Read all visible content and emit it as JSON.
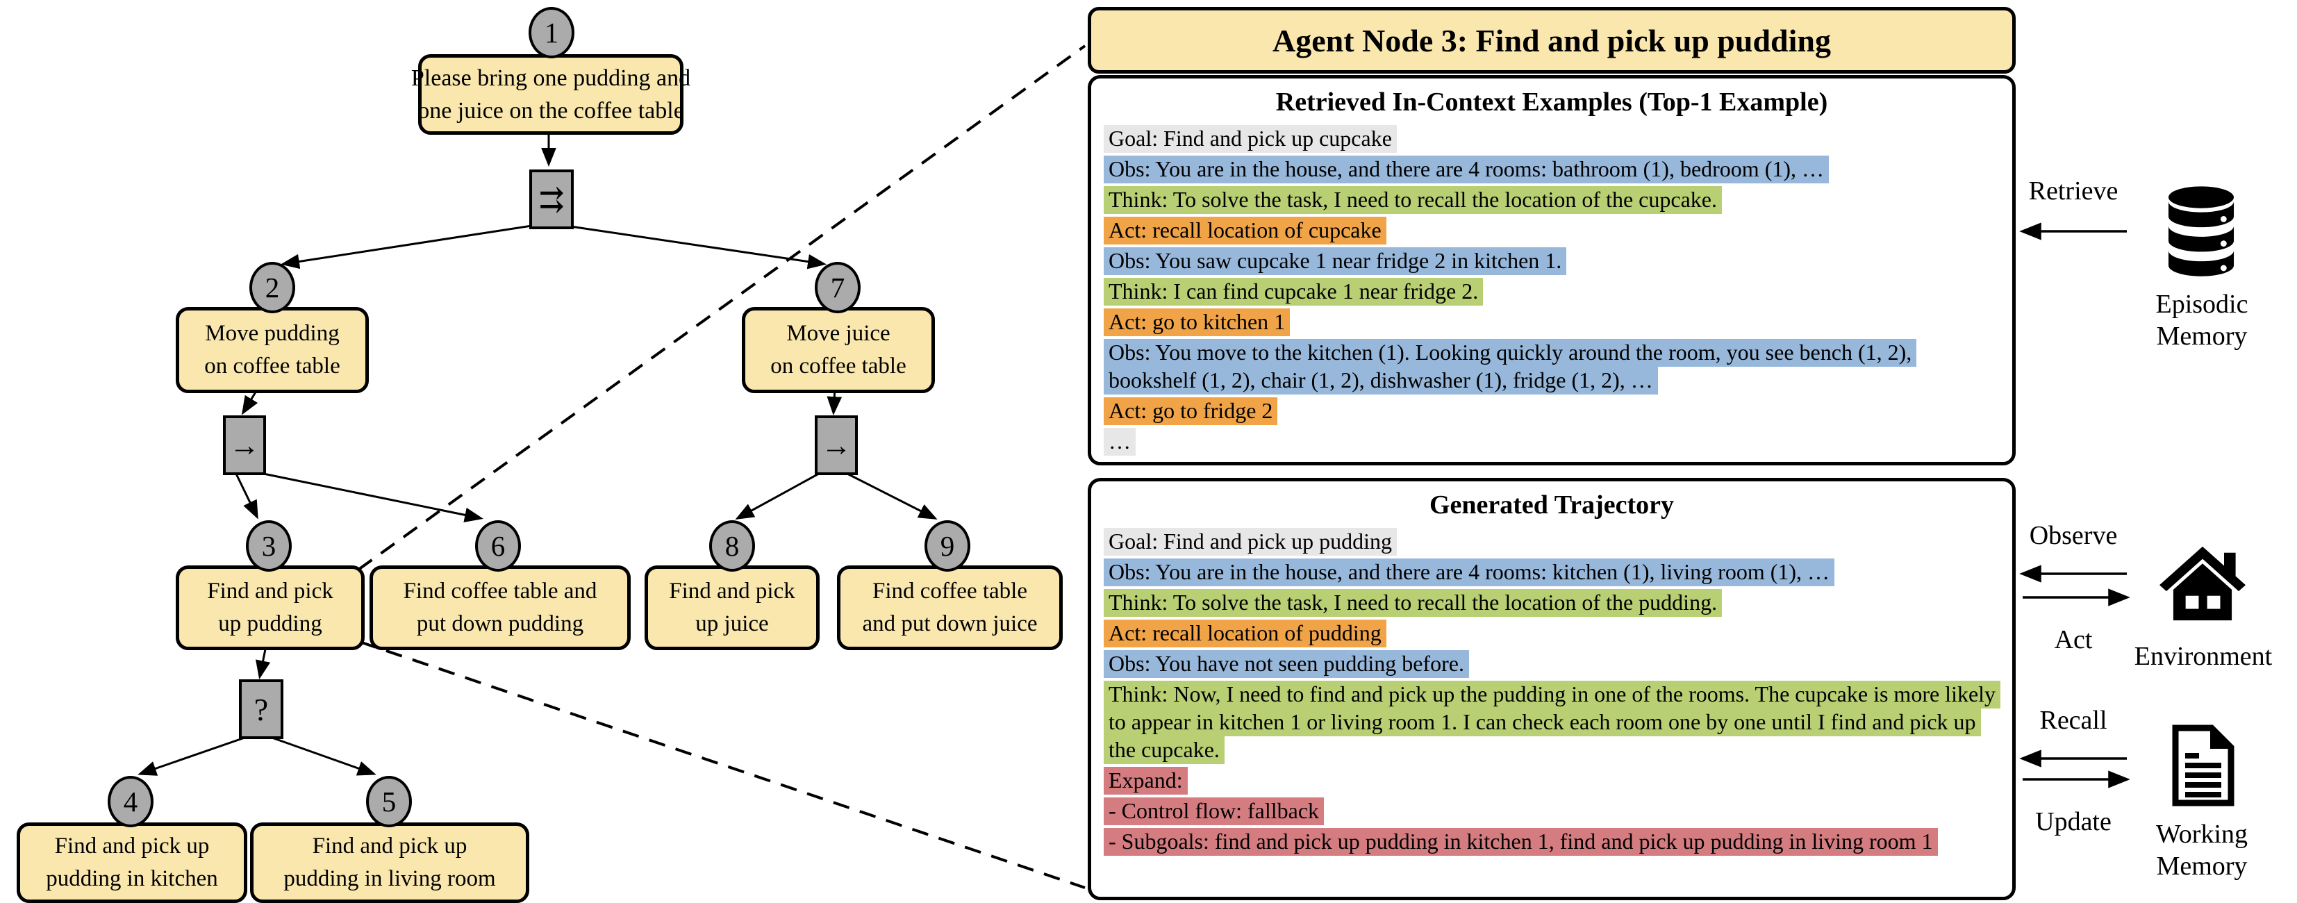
{
  "colors": {
    "node_fill": "#FAE7AE",
    "node_border": "#000000",
    "circle_fill": "#ABABAB",
    "goal_highlight": "#E7E7E7",
    "obs_highlight": "#97B8DB",
    "think_highlight": "#B8CF73",
    "act_highlight": "#F0A347",
    "expand_highlight": "#D57C80"
  },
  "tree": {
    "node1": {
      "num": "1",
      "line1": "Please bring one pudding and",
      "line2": "one juice on the coffee table"
    },
    "node2": {
      "num": "2",
      "line1": "Move pudding",
      "line2": "on coffee table"
    },
    "node3": {
      "num": "3",
      "line1": "Find and pick",
      "line2": "up pudding"
    },
    "node4": {
      "num": "4",
      "line1": "Find and pick up",
      "line2": "pudding in kitchen"
    },
    "node5": {
      "num": "5",
      "line1": "Find and pick up",
      "line2": "pudding in living room"
    },
    "node6": {
      "num": "6",
      "line1": "Find coffee table and",
      "line2": "put down pudding"
    },
    "node7": {
      "num": "7",
      "line1": "Move juice",
      "line2": "on coffee table"
    },
    "node8": {
      "num": "8",
      "line1": "Find and pick",
      "line2": "up juice"
    },
    "node9": {
      "num": "9",
      "line1": "Find coffee table",
      "line2": "and put down juice"
    },
    "connector_sequence": "⇉",
    "connector_arrow": "→",
    "connector_fallback": "?"
  },
  "header": {
    "title": "Agent Node 3: Find and pick up pudding"
  },
  "panels": [
    {
      "title": "Retrieved In-Context Examples (Top-1 Example)",
      "lines": [
        {
          "type": "goal",
          "text": "Goal: Find and pick up cupcake"
        },
        {
          "type": "obs",
          "text": "Obs: You are in the house, and there are 4 rooms: bathroom (1), bedroom (1), …"
        },
        {
          "type": "think",
          "text": "Think: To solve the task, I need to recall the location of the cupcake."
        },
        {
          "type": "act",
          "text": "Act: recall location of cupcake"
        },
        {
          "type": "obs",
          "text": "Obs: You saw cupcake 1 near fridge 2 in kitchen 1."
        },
        {
          "type": "think",
          "text": "Think: I can find cupcake 1 near fridge 2."
        },
        {
          "type": "act",
          "text": "Act: go to kitchen 1"
        },
        {
          "type": "obs",
          "text": "Obs: You move to the kitchen (1). Looking quickly around the room, you see bench (1, 2), bookshelf (1, 2), chair (1, 2), dishwasher (1), fridge (1, 2), …"
        },
        {
          "type": "act",
          "text": "Act: go to fridge 2"
        },
        {
          "type": "goal",
          "text": "…"
        }
      ]
    },
    {
      "title": "Generated Trajectory",
      "lines": [
        {
          "type": "goal",
          "text": "Goal: Find and pick up pudding"
        },
        {
          "type": "obs",
          "text": "Obs: You are in the house, and there are 4 rooms: kitchen (1), living room (1), …"
        },
        {
          "type": "think",
          "text": "Think: To solve the task, I need to recall the location of the pudding."
        },
        {
          "type": "act",
          "text": "Act: recall location of pudding"
        },
        {
          "type": "obs",
          "text": "Obs: You have not seen pudding before."
        },
        {
          "type": "think",
          "text": "Think: Now, I need to find and pick up the pudding in one of the rooms. The cupcake is more likely to appear in kitchen 1 or living room 1. I can check each room one by one until I find and pick up the cupcake."
        },
        {
          "type": "expand",
          "text": "Expand:"
        },
        {
          "type": "expand",
          "text": "- Control flow: fallback"
        },
        {
          "type": "expand",
          "text": "- Subgoals: find and pick up pudding in kitchen 1, find and pick up pudding in living room 1"
        }
      ]
    }
  ],
  "memories": {
    "episodic": {
      "flow1": "Retrieve",
      "name1": "Episodic",
      "name2": "Memory"
    },
    "environment": {
      "flow1": "Observe",
      "flow2": "Act",
      "name1": "Environment"
    },
    "working": {
      "flow1": "Recall",
      "flow2": "Update",
      "name1": "Working",
      "name2": "Memory"
    }
  }
}
